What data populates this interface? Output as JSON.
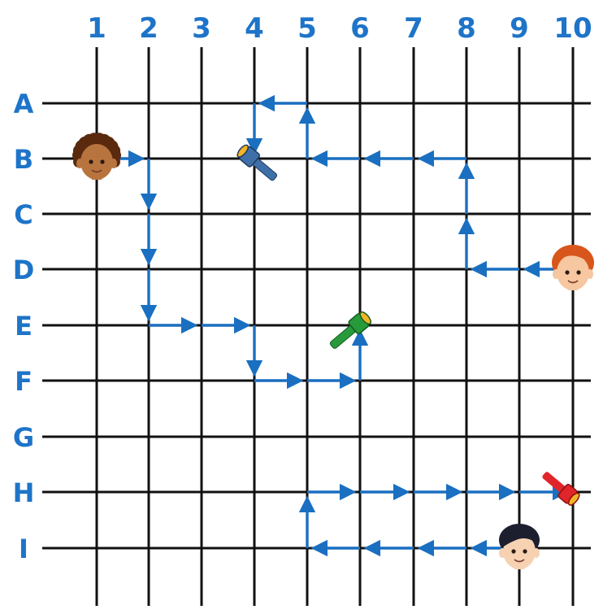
{
  "columns": [
    "1",
    "2",
    "3",
    "4",
    "5",
    "6",
    "7",
    "8",
    "9",
    "10"
  ],
  "rows": [
    "A",
    "B",
    "C",
    "D",
    "E",
    "F",
    "G",
    "H",
    "I"
  ],
  "colors": {
    "label": "#1e74c8",
    "grid": "#111111",
    "path": "#1a6fc0"
  },
  "characters": [
    {
      "name": "curly-hair-boy",
      "col": 1,
      "row": "B",
      "hair": "#5a2a0e",
      "skin": "#b8743e"
    },
    {
      "name": "red-hair-boy",
      "col": 10,
      "row": "D",
      "hair": "#d8561c",
      "skin": "#f6c7a0"
    },
    {
      "name": "black-hair-boy",
      "col": 9,
      "row": "I",
      "hair": "#1c1f2e",
      "skin": "#f7d2b2"
    }
  ],
  "flashlights": [
    {
      "name": "blue-flashlight",
      "col": 4,
      "row": "B",
      "color": "#3e6fa9",
      "lens": "#f2b425"
    },
    {
      "name": "green-flashlight",
      "col": 6,
      "row": "E",
      "color": "#279a3b",
      "lens": "#f2b425"
    },
    {
      "name": "red-flashlight",
      "col": 10,
      "row": "H",
      "color": "#e0262b",
      "lens": "#f2b425"
    }
  ],
  "paths": [
    {
      "name": "curly-hair-boy-path",
      "points": [
        [
          1,
          "B"
        ],
        [
          2,
          "B"
        ],
        [
          2,
          "C"
        ],
        [
          2,
          "D"
        ],
        [
          2,
          "E"
        ],
        [
          3,
          "E"
        ],
        [
          4,
          "E"
        ],
        [
          4,
          "F"
        ],
        [
          5,
          "F"
        ],
        [
          6,
          "F"
        ],
        [
          6,
          "E"
        ]
      ]
    },
    {
      "name": "red-hair-boy-path",
      "points": [
        [
          10,
          "D"
        ],
        [
          9,
          "D"
        ],
        [
          8,
          "D"
        ],
        [
          8,
          "C"
        ],
        [
          8,
          "B"
        ],
        [
          7,
          "B"
        ],
        [
          6,
          "B"
        ],
        [
          5,
          "B"
        ],
        [
          5,
          "A"
        ],
        [
          4,
          "A"
        ],
        [
          4,
          "B"
        ]
      ]
    },
    {
      "name": "black-hair-boy-path",
      "points": [
        [
          9,
          "I"
        ],
        [
          8,
          "I"
        ],
        [
          7,
          "I"
        ],
        [
          6,
          "I"
        ],
        [
          5,
          "I"
        ],
        [
          5,
          "H"
        ],
        [
          6,
          "H"
        ],
        [
          7,
          "H"
        ],
        [
          8,
          "H"
        ],
        [
          9,
          "H"
        ],
        [
          10,
          "H"
        ]
      ]
    }
  ]
}
